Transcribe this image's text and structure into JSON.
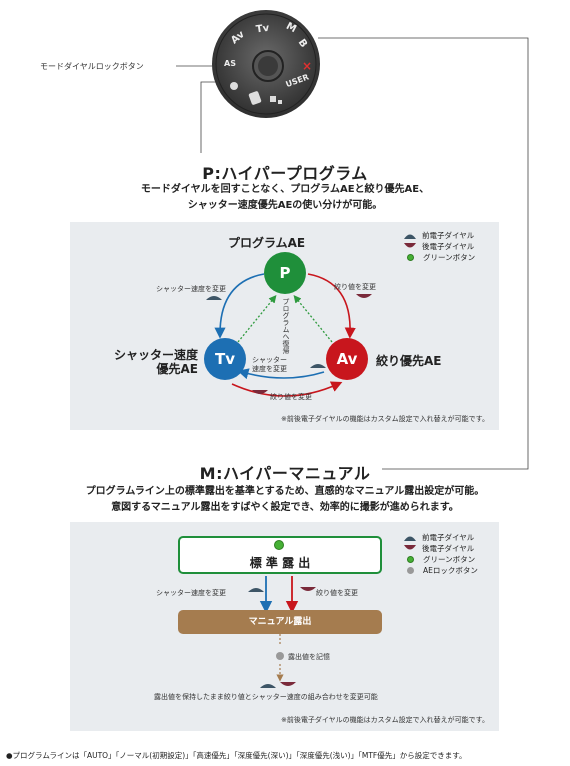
{
  "dial": {
    "callout_label": "モードダイヤルロックボタン",
    "marks": [
      "Tv",
      "Av",
      "M",
      "B",
      "AS",
      "USER"
    ]
  },
  "section_p": {
    "title": "P:ハイパープログラム",
    "desc_line1": "モードダイヤルを回すことなく、プログラムAEと絞り優先AE、",
    "desc_line2": "シャッター速度優先AEの使い分けが可能。",
    "legend": {
      "front_dial": "前電子ダイヤル",
      "rear_dial": "後電子ダイヤル",
      "green_button": "グリーンボタン"
    },
    "center_title": "プログラムAE",
    "node_p": "P",
    "node_tv": "Tv",
    "node_av": "Av",
    "tv_label_line1": "シャッター速度",
    "tv_label_line2": "優先AE",
    "av_label": "絞り優先AE",
    "left_arrow_label": "シャッター速度を変更",
    "right_arrow_label": "絞り値を変更",
    "return_label": "プログラムへ復帰",
    "bottom_upper_label_line1": "シャッター",
    "bottom_upper_label_line2": "速度を変更",
    "bottom_lower_label": "絞り値を変更",
    "note": "※前後電子ダイヤルの機能はカスタム設定で入れ替えが可能です。"
  },
  "section_m": {
    "title": "M:ハイパーマニュアル",
    "desc_line1": "プログラムライン上の標準露出を基準とするため、直感的なマニュアル露出設定が可能。",
    "desc_line2": "意図するマニュアル露出をすばやく設定でき、効率的に撮影が進められます。",
    "legend": {
      "front_dial": "前電子ダイヤル",
      "rear_dial": "後電子ダイヤル",
      "green_button": "グリーンボタン",
      "ae_lock": "AEロックボタン"
    },
    "standard_box": "標 準 露 出",
    "left_arrow_label": "シャッター速度を変更",
    "right_arrow_label": "絞り値を変更",
    "manual_box": "マニュアル露出",
    "memo_label": "露出値を記憶",
    "bottom_label": "露出値を保持したまま絞り値とシャッター速度の組み合わせを変更可能",
    "note": "※前後電子ダイヤルの機能はカスタム設定で入れ替えが可能です。"
  },
  "footnote": "●プログラムラインは「AUTO」「ノーマル(初期設定)」「高速優先」「深度優先(深い)」「深度優先(浅い)」「MTF優先」から設定できます。",
  "colors": {
    "green": "#1f8f3a",
    "blue": "#1d6fb3",
    "red": "#c8161d",
    "brown": "#a57c4f",
    "panel": "#e9ecef"
  }
}
